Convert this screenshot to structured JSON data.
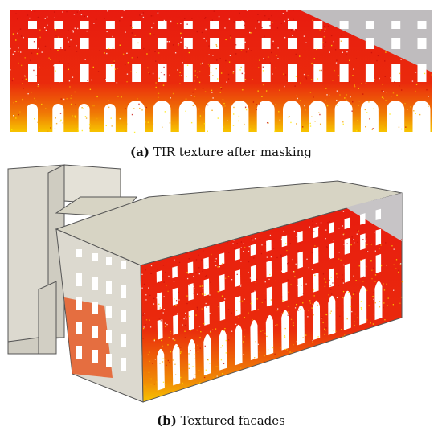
{
  "captions": {
    "a": {
      "label": "(a)",
      "text": " TIR texture after masking"
    },
    "b": {
      "label": "(b)",
      "text": " Textured facades"
    }
  },
  "colors": {
    "hot": "#e81b0f",
    "warm": "#f5a000",
    "bright": "#ffe800",
    "roof": "#d7d4c4",
    "wall": "#dcd9cf",
    "edge": "#555555",
    "window": "#ffffff",
    "backdrop": "#bfbcbe"
  }
}
